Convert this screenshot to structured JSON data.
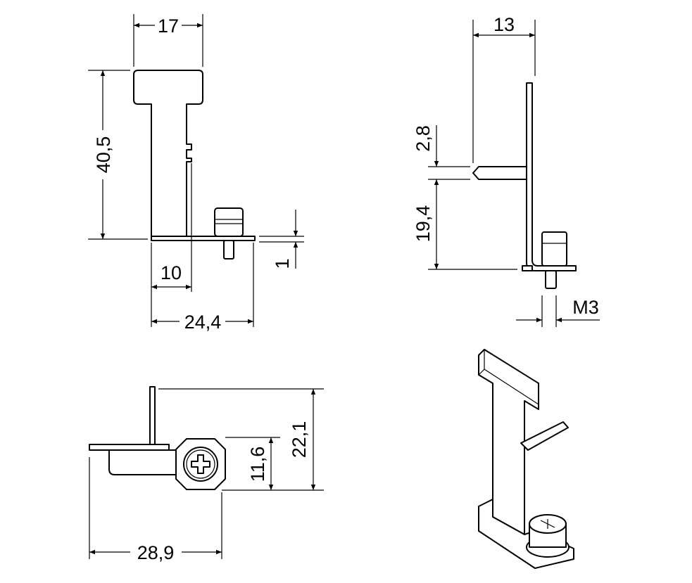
{
  "title": "Technical drawing of bracket with screw",
  "colors": {
    "line": "#000000",
    "background": "#ffffff"
  },
  "front_view": {
    "width_head": "17",
    "height": "40,5",
    "offset": "10",
    "overall_width": "24,4",
    "plate_thickness": "1"
  },
  "side_view": {
    "tab_offset": "13",
    "tab_thickness": "2,8",
    "tab_height": "19,4",
    "thread": "M3"
  },
  "top_view": {
    "depth": "22,1",
    "screw_depth": "11,6",
    "length": "28,9"
  }
}
